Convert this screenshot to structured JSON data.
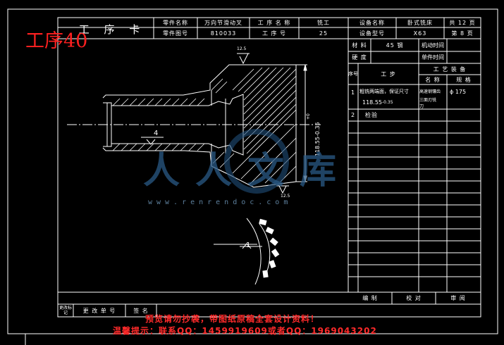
{
  "title_block": {
    "card_name": "工 序 卡",
    "part_name_label": "零件名称",
    "part_name": "万向节滑动叉",
    "process_name_label": "工 序 名 称",
    "process_name": "铣工",
    "equipment_name_label": "设备名称",
    "equipment_name": "卧式铣床",
    "total_pages": "共 12 页",
    "drawing_no_label": "零件图号",
    "drawing_no": "810033",
    "process_no_label": "工 序 号",
    "process_no": "25",
    "equipment_model_label": "设备型号",
    "equipment_model": "X63",
    "page_no": "第 8 页",
    "material_label": "材 料",
    "material": "45 钢",
    "machine_time_label": "机动时间",
    "hardness_label": "硬 度",
    "unit_time_label": "单件时间"
  },
  "steps_table": {
    "seq_header": "序号",
    "step_header": "工 步",
    "equipment_header": "工 艺 装 备",
    "name_header": "名 称",
    "spec_header": "规 格",
    "rows": [
      {
        "seq": "1",
        "step_line1": "粗铣两端面，保证尺寸",
        "step_line2": "118.55",
        "tool_line1": "高速钢镶齿",
        "tool_line2": "三面刃铣",
        "tool_line3": "刀",
        "spec": "ϕ 175"
      },
      {
        "seq": "2",
        "step_line1": "检验",
        "step_line2": "",
        "tool_line1": "",
        "tool_line2": "",
        "tool_line3": "",
        "spec": ""
      }
    ]
  },
  "signature_row": {
    "change_mark": "更改标记",
    "change_doc": "更 改 单 号",
    "sign": "签 名",
    "compile": "编 制",
    "check": "校 对",
    "review": "审 阅"
  },
  "drawing": {
    "surface_finish_top": "12.5",
    "surface_finish_bottom": "12.5",
    "dimension_vertical": "118.55-0.35",
    "dimension_prefix": "+0",
    "section_label_4": "4",
    "section_label_1": "1"
  },
  "overlay": {
    "process_title": "工序40",
    "watermark_text": "人人文库",
    "watermark_url": "www.renrendoc.com",
    "warning_line1": "预览请勿抄袭，带图纸原稿全套设计资料！",
    "warning_line2": "温馨提示：联系QQ：1459919609或者QQ：1969043202"
  },
  "colors": {
    "background": "#000000",
    "lines": "#ffffff",
    "warning": "#ff2a2a",
    "watermark": "#2a5a86"
  }
}
